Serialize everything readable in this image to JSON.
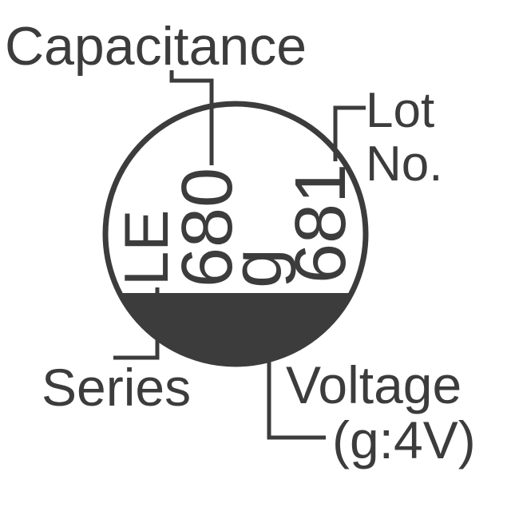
{
  "labels": {
    "capacitance": "Capacitance",
    "lot_line1": "Lot",
    "lot_line2": "No.",
    "series": "Series",
    "voltage": "Voltage",
    "voltage_code": "(g:4V)"
  },
  "markings": {
    "series_code": "LE",
    "capacitance_value": "680",
    "voltage_code": "g",
    "lot_number": "681"
  },
  "colors": {
    "ink": "#3c3c3c",
    "background": "#ffffff"
  }
}
